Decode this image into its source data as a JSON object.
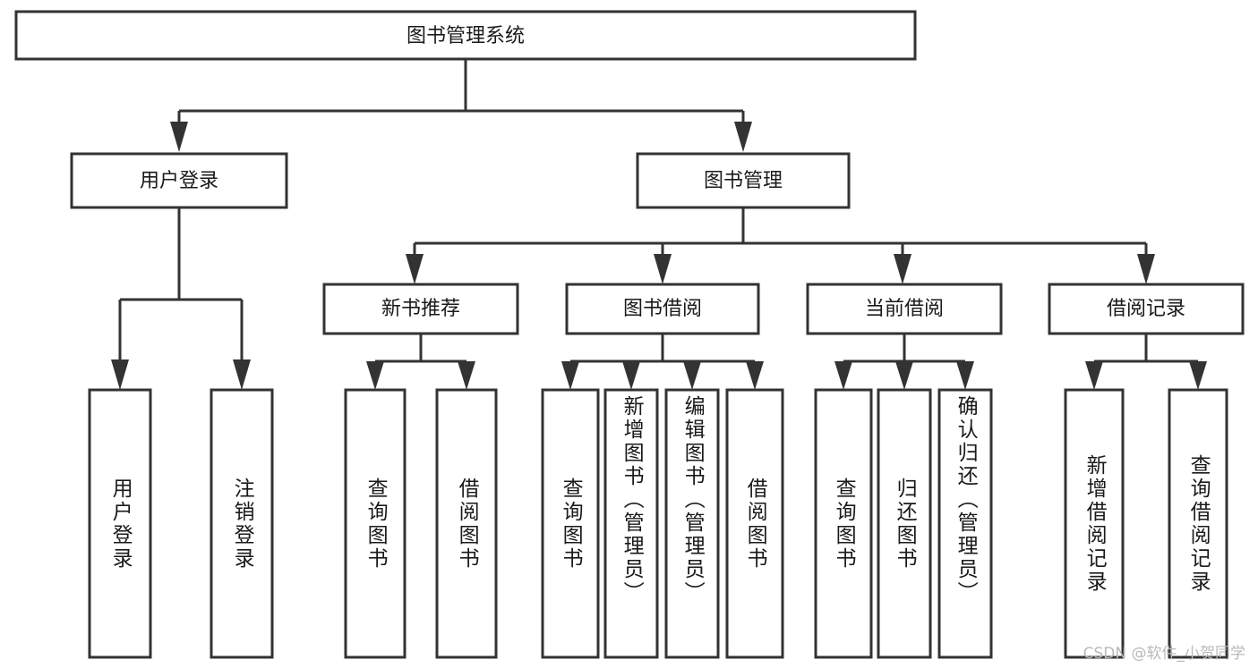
{
  "diagram": {
    "title": "图书管理系统",
    "watermark": "CSDN @软件_小贺同学",
    "stroke_color": "#333333",
    "fill_color": "#ffffff",
    "text_color": "#1a1a1a",
    "watermark_color": "#b9b9b9",
    "root": {
      "label": "图书管理系统",
      "orientation": "horizontal"
    },
    "level2": [
      {
        "label": "用户登录",
        "orientation": "horizontal"
      },
      {
        "label": "图书管理",
        "orientation": "horizontal"
      }
    ],
    "level3": [
      {
        "label": "新书推荐",
        "orientation": "horizontal"
      },
      {
        "label": "图书借阅",
        "orientation": "horizontal"
      },
      {
        "label": "当前借阅",
        "orientation": "horizontal"
      },
      {
        "label": "借阅记录",
        "orientation": "horizontal"
      }
    ],
    "leaves": {
      "user_login": [
        {
          "label": "用户登录",
          "orientation": "vertical"
        },
        {
          "label": "注销登录",
          "orientation": "vertical"
        }
      ],
      "new_book_recommend": [
        {
          "label": "查询图书",
          "orientation": "vertical"
        },
        {
          "label": "借阅图书",
          "orientation": "vertical"
        }
      ],
      "book_borrow": [
        {
          "label": "查询图书",
          "orientation": "vertical"
        },
        {
          "label": "新增图书（管理员）",
          "orientation": "vertical"
        },
        {
          "label": "编辑图书（管理员）",
          "orientation": "vertical"
        },
        {
          "label": "借阅图书",
          "orientation": "vertical"
        }
      ],
      "current_borrow": [
        {
          "label": "查询图书",
          "orientation": "vertical"
        },
        {
          "label": "归还图书",
          "orientation": "vertical"
        },
        {
          "label": "确认归还（管理员）",
          "orientation": "vertical"
        }
      ],
      "borrow_record": [
        {
          "label": "新增借阅记录",
          "orientation": "vertical"
        },
        {
          "label": "查询借阅记录",
          "orientation": "vertical"
        }
      ]
    }
  }
}
